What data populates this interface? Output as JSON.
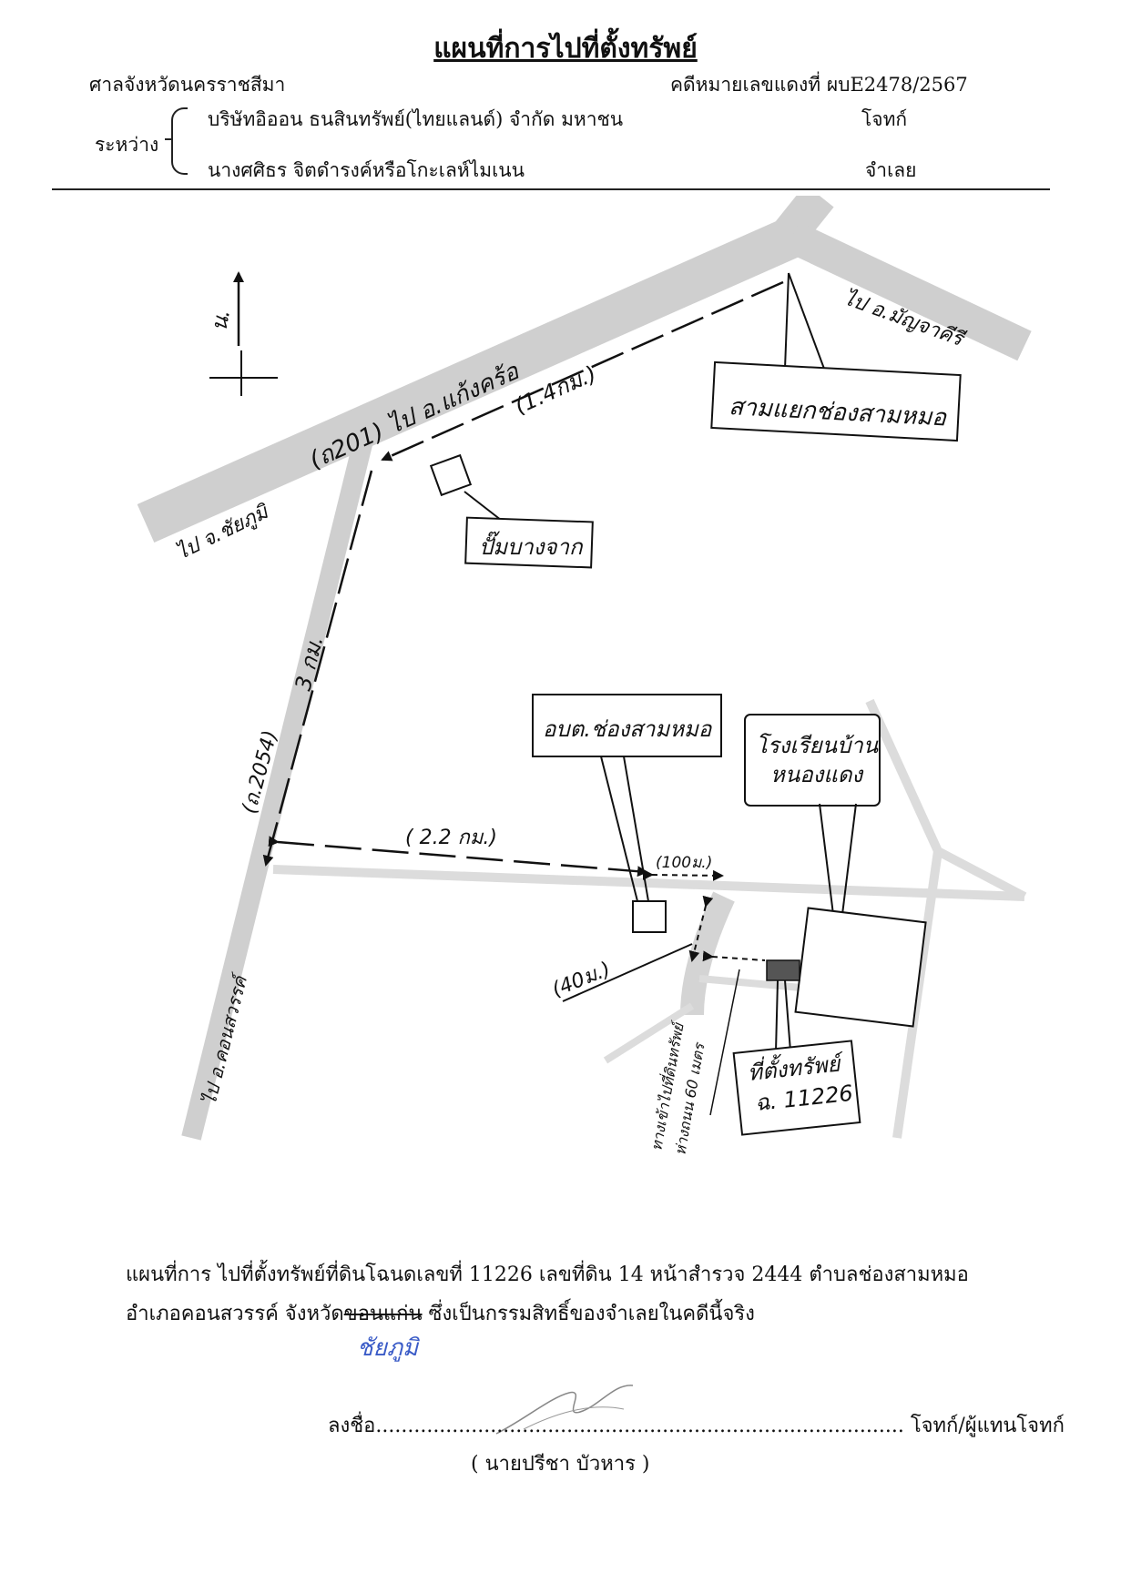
{
  "header": {
    "title": "แผนที่การไปที่ตั้งทรัพย์",
    "court": "ศาลจังหวัดนครราชสีมา",
    "case_number": "คดีหมายเลขแดงที่ ผบE2478/2567",
    "between_label": "ระหว่าง",
    "plaintiff_name": "บริษัทอิออน ธนสินทรัพย์(ไทยแลนด์) จำกัด มหาชน",
    "plaintiff_role": "โจทก์",
    "defendant_name": "นางศศิธร จิตดำรงค์หรือโกะเลห์ไมเนน",
    "defendant_role": "จำเลย"
  },
  "map": {
    "north_label": "น.",
    "road_main_label": "(ถ201) ไป อ.แก้งคร้อ",
    "to_chaiyaphum": "ไป จ.ชัยภูมิ",
    "to_manchakhiri": "ไป อ.มัญจาคีรี",
    "dist_1": "(1.4กม.)",
    "junction_label": "สามแยกช่องสามหมอ",
    "gas_station_label": "ปั๊มบางจาก",
    "road_2054_label": "(ถ.2054)",
    "dist_2": "3 กม.",
    "to_khonsawan": "ไป อ.คอนสวรรค์",
    "dist_3": "( 2.2 กม.)",
    "dist_4": "(100ม.)",
    "dist_5": "(40ม.)",
    "sao_label": "อบต.ช่องสามหมอ",
    "school_label_1": "โรงเรียนบ้าน",
    "school_label_2": "หนองแดง",
    "property_label_1": "ที่ตั้งทรัพย์",
    "property_label_2": "ฉ. 11226",
    "lane_label_1": "ทางเข้าไปที่ดินทรัพย์",
    "lane_label_2": "ห่างถนน 60 เมตร",
    "property_marker_color": "#555555"
  },
  "footer": {
    "description_line1": "แผนที่การ ไปที่ตั้งทรัพย์ที่ดินโฉนดเลขที่ 11226 เลขที่ดิน 14 หน้าสำรวจ 2444 ตำบลช่องสามหมอ",
    "description_line2_a": "อำเภอคอนสวรรค์ จังหวัด",
    "description_struck": "ขอนแก่น",
    "description_line2_b": " ซึ่งเป็นกรรมสิทธิ์ของจำเลยในคดีนี้จริง",
    "handwritten_correction": "ชัยภูมิ",
    "signature_prefix": "ลงชื่อ",
    "signature_dots": "...................................................................................",
    "signature_role": "โจทก์/ผู้แทนโจทก์",
    "signer_name": "( นายปรีชา บัวหาร )"
  }
}
